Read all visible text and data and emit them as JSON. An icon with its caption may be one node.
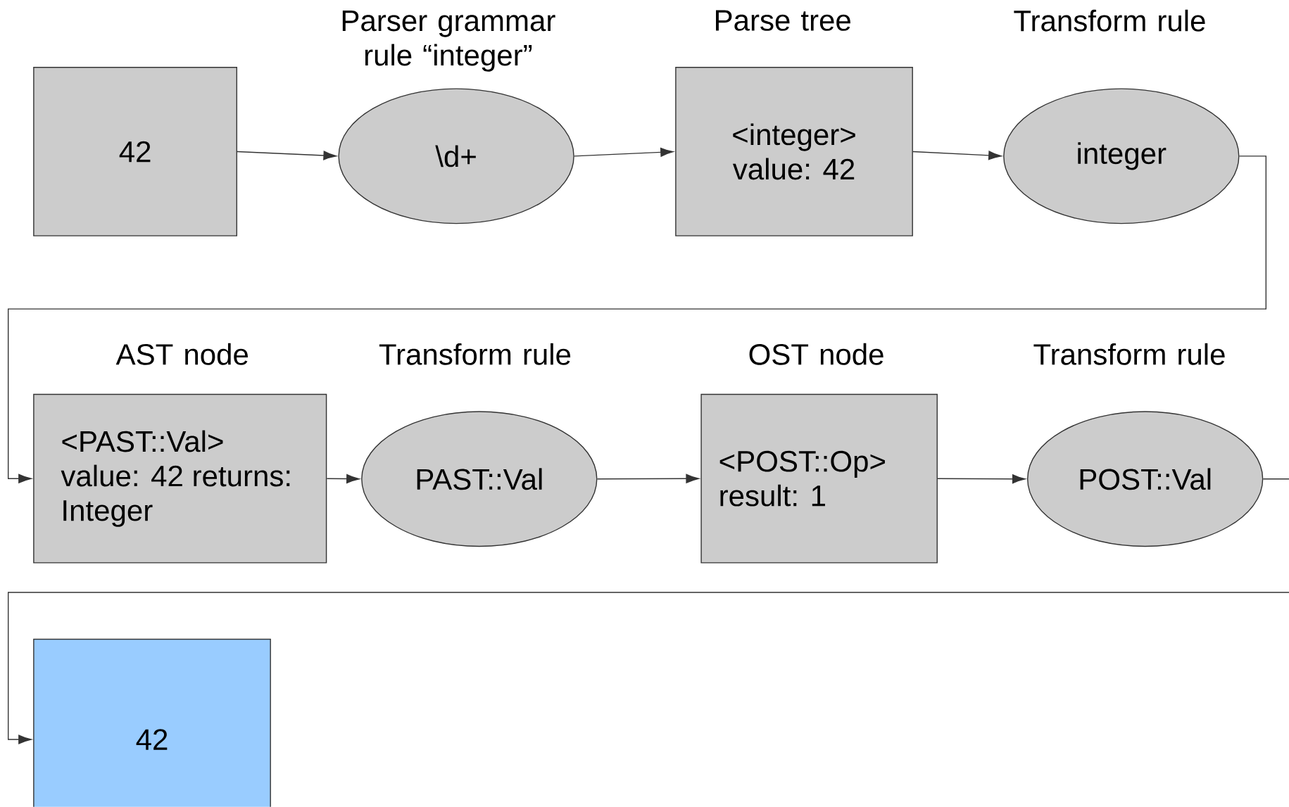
{
  "diagram": {
    "nodes": [
      {
        "text": [
          "42"
        ]
      },
      {
        "text": [
          "Parser grammar rule “integer”",
          "\\d+"
        ]
      },
      {
        "text": [
          "Parse tree",
          "<integer> value: 42"
        ]
      },
      {
        "text": [
          "Transform rule",
          "integer"
        ]
      },
      {
        "text": [
          "AST node",
          "<PAST::Val> value: 42 returns: Integer"
        ]
      },
      {
        "text": [
          "Transform rule",
          "PAST::Val"
        ]
      },
      {
        "text": [
          "OST node",
          "<POST::Op> result: 1"
        ]
      },
      {
        "text": [
          "Transform rule",
          "POST::Val"
        ]
      },
      {
        "text": [
          "42"
        ]
      }
    ],
    "edges": [
      {
        "from": 0,
        "to": 1,
        "arrow": "to"
      },
      {
        "from": 1,
        "to": 2,
        "arrow": "to"
      },
      {
        "from": 2,
        "to": 3,
        "arrow": "to"
      },
      {
        "from": 3,
        "to": 4,
        "arrow": "to"
      },
      {
        "from": 4,
        "to": 5,
        "arrow": "to"
      },
      {
        "from": 5,
        "to": 6,
        "arrow": "to"
      },
      {
        "from": 6,
        "to": 7,
        "arrow": "to"
      },
      {
        "from": 7,
        "to": 8,
        "arrow": "to"
      }
    ]
  }
}
